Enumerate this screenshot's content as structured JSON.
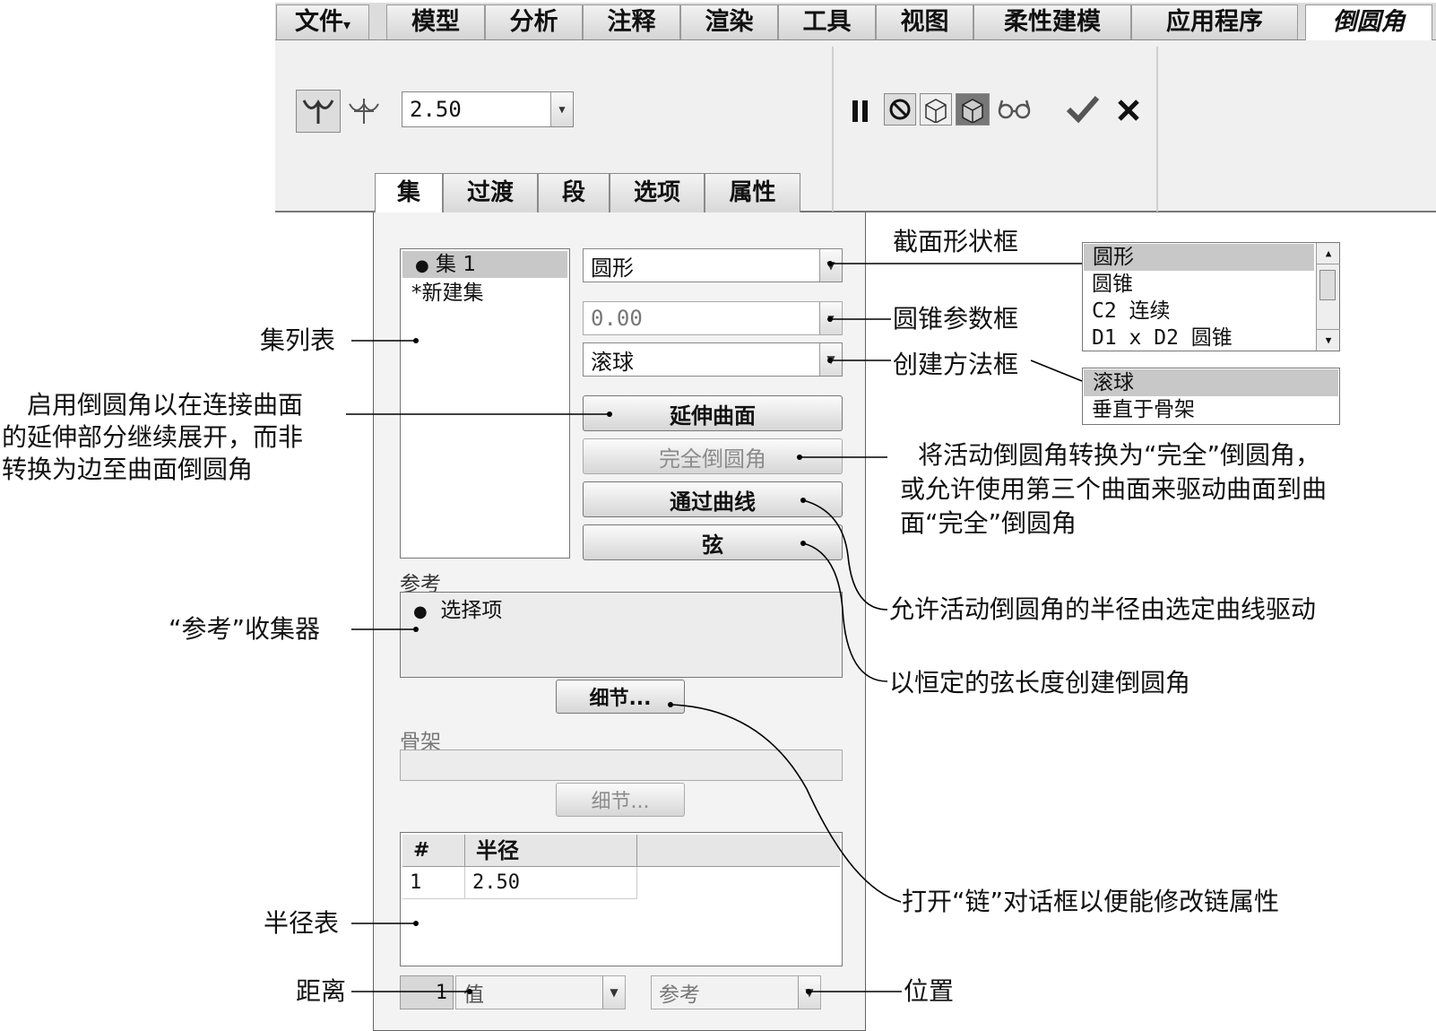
{
  "ribbon": {
    "tabs": [
      "文件",
      "模型",
      "分析",
      "注释",
      "渲染",
      "工具",
      "视图",
      "柔性建模",
      "应用程序",
      "倒圆角"
    ],
    "file_caret": "▾",
    "radius_value": "2.50"
  },
  "subtabs": [
    "集",
    "过渡",
    "段",
    "选项",
    "属性"
  ],
  "sets": {
    "items": [
      "集 1",
      "*新建集"
    ]
  },
  "shape_combo": "圆形",
  "conic_combo": "0.00",
  "method_combo": "滚球",
  "buttons": {
    "extend_surface": "延伸曲面",
    "full_round": "完全倒圆角",
    "through_curve": "通过曲线",
    "chord": "弦",
    "details1": "细节...",
    "details2": "细节..."
  },
  "references": {
    "label": "参考",
    "item": "选择项"
  },
  "skeleton": {
    "label": "骨架"
  },
  "radius_table": {
    "headers": [
      "#",
      "半径"
    ],
    "rows": [
      [
        "1",
        "2.50"
      ]
    ]
  },
  "bottom": {
    "distance_num": "1",
    "value_combo": "值",
    "ref_combo": "参考"
  },
  "shape_list": [
    "圆形",
    "圆锥",
    "C2 连续",
    "D1 x D2 圆锥"
  ],
  "method_list": [
    "滚球",
    "垂直于骨架"
  ],
  "annotations": {
    "section_shape": "截面形状框",
    "conic_param": "圆锥参数框",
    "create_method": "创建方法框",
    "set_list": "集列表",
    "extend_l1": "启用倒圆角以在连接曲面",
    "extend_l2": "的延伸部分继续展开，而非",
    "extend_l3": "转换为边至曲面倒圆角",
    "full_l1": "将活动倒圆角转换为“完全”倒圆角，",
    "full_l2": "或允许使用第三个曲面来驱动曲面到曲",
    "full_l3": "面“完全”倒圆角",
    "curve_desc": "允许活动倒圆角的半径由选定曲线驱动",
    "chord_desc": "以恒定的弦长度创建倒圆角",
    "ref_collector": "“参考”收集器",
    "chain_desc": "打开“链”对话框以便能修改链属性",
    "radius_table": "半径表",
    "distance": "距离",
    "position": "位置"
  }
}
